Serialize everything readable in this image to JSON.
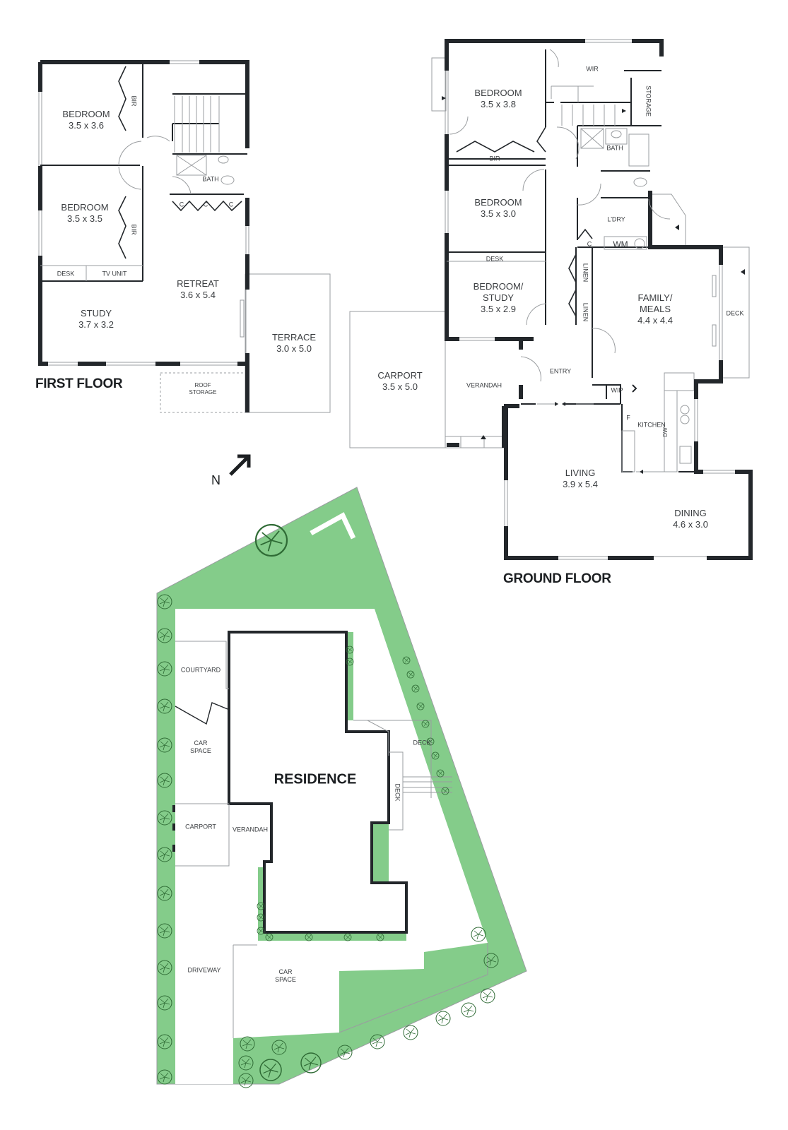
{
  "colors": {
    "wall": "#23272b",
    "thin": "#9a9da0",
    "garden": "#84cc8a",
    "tree": "#2f6b35",
    "paper": "#ffffff"
  },
  "first_floor": {
    "title": "FIRST FLOOR",
    "rooms": [
      {
        "name": "BEDROOM",
        "dims": "3.5 x 3.6"
      },
      {
        "name": "BEDROOM",
        "dims": "3.5 x 3.5"
      },
      {
        "name": "STUDY",
        "dims": "3.7 x 3.2"
      },
      {
        "name": "RETREAT",
        "dims": "3.6 x 5.4"
      },
      {
        "name": "TERRACE",
        "dims": "3.0 x 5.0"
      }
    ],
    "small": {
      "bir1": "BIR",
      "bir2": "BIR",
      "bath": "BATH",
      "c": "C",
      "desk": "DESK",
      "tv": "TV UNIT",
      "roof1": "ROOF",
      "roof2": "STORAGE"
    }
  },
  "ground_floor": {
    "title": "GROUND FLOOR",
    "rooms": [
      {
        "name": "BEDROOM",
        "dims": "3.5 x 3.8"
      },
      {
        "name": "BEDROOM",
        "dims": "3.5 x 3.0"
      },
      {
        "name": "BEDROOM/",
        "name2": "STUDY",
        "dims": "3.5 x 2.9"
      },
      {
        "name": "CARPORT",
        "dims": "3.5 x 5.0"
      },
      {
        "name": "FAMILY/",
        "name2": "MEALS",
        "dims": "4.4 x 4.4"
      },
      {
        "name": "LIVING",
        "dims": "3.9 x 5.4"
      },
      {
        "name": "DINING",
        "dims": "4.6 x 3.0"
      }
    ],
    "small": {
      "wir": "WIR",
      "storage": "STORAGE",
      "bath": "BATH",
      "bir": "BIR",
      "ldry": "L'DRY",
      "c": "C",
      "wm": "WM",
      "desk": "DESK",
      "linen": "LINEN",
      "deck": "DECK",
      "entry": "ENTRY",
      "verandah": "VERANDAH",
      "wip": "WIP",
      "f": "F",
      "kitchen": "KITCHEN",
      "dw": "DW"
    }
  },
  "north_label": "N",
  "site_plan": {
    "residence": "RESIDENCE",
    "labels": {
      "courtyard": "COURTYARD",
      "car1": "CAR",
      "car2": "SPACE",
      "carport": "CARPORT",
      "verandah": "VERANDAH",
      "driveway": "DRIVEWAY",
      "deck": "DECK"
    }
  }
}
